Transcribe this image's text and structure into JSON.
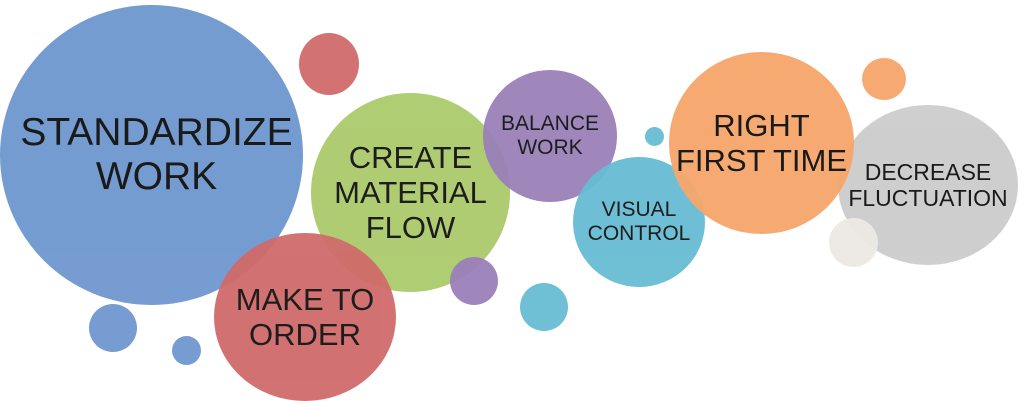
{
  "diagram": {
    "bubbles": [
      {
        "id": "standardize",
        "label": "STANDARDIZE\nWORK",
        "color": "#7098cf"
      },
      {
        "id": "material",
        "label": "CREATE\nMATERIAL\nFLOW",
        "color": "#abca6c"
      },
      {
        "id": "make",
        "label": "MAKE TO\nORDER",
        "color": "#d06a6a"
      },
      {
        "id": "balance",
        "label": "BALANCE\nWORK",
        "color": "#9a80b8"
      },
      {
        "id": "visual",
        "label": "VISUAL\nCONTROL",
        "color": "#67bcd3"
      },
      {
        "id": "right",
        "label": "RIGHT\nFIRST TIME",
        "color": "#f6a76c"
      },
      {
        "id": "decrease",
        "label": "DECREASE\nFLUCTUATION",
        "color": "#cdcdcd"
      }
    ],
    "decorative_colors": {
      "red": "#d06a6a",
      "blue": "#7098cf",
      "purple": "#9a80b8",
      "teal": "#67bcd3",
      "orange": "#f6a76c",
      "light_gray": "#ece9e4"
    }
  }
}
